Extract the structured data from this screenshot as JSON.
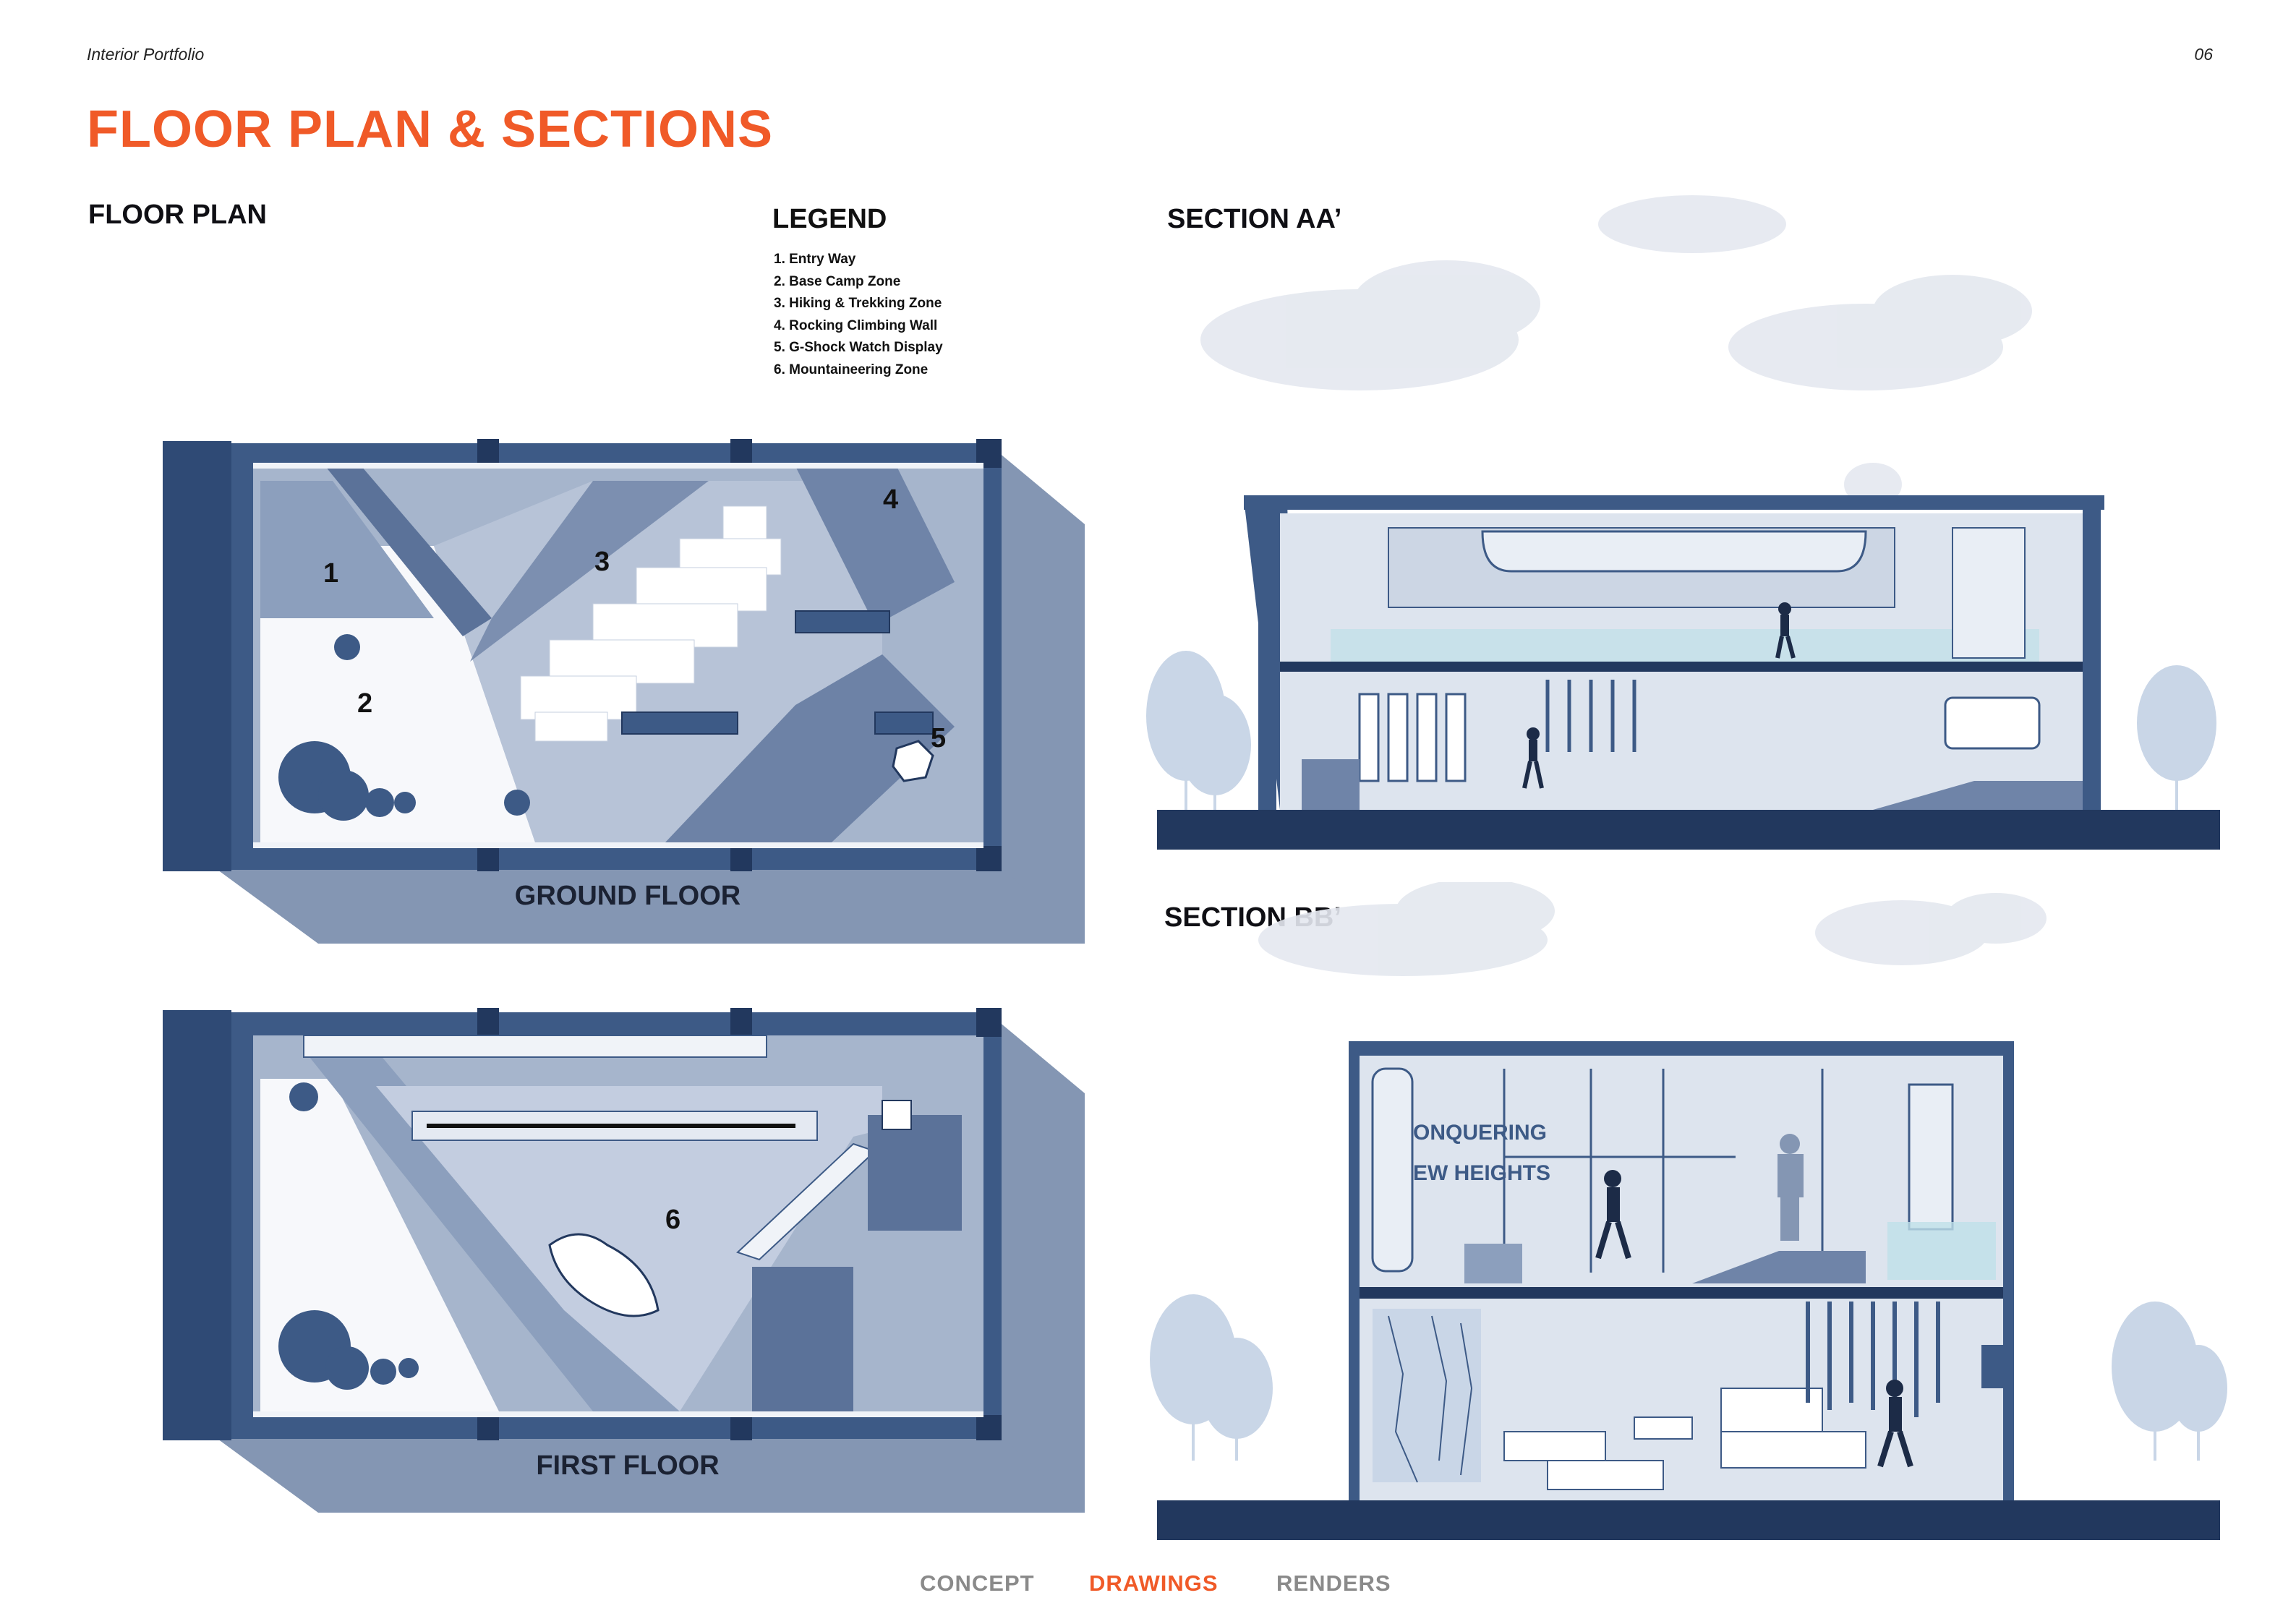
{
  "header": {
    "left": "Interior Portfolio",
    "right": "06"
  },
  "title": "FLOOR PLAN & SECTIONS",
  "floor_plan": {
    "heading": "FLOOR PLAN",
    "ground_label": "GROUND FLOOR",
    "first_label": "FIRST FLOOR",
    "zone_numbers": [
      "1",
      "2",
      "3",
      "4",
      "5",
      "6"
    ]
  },
  "legend": {
    "title": "LEGEND",
    "items": [
      "1. Entry Way",
      "2. Base Camp Zone",
      "3. Hiking & Trekking Zone",
      "4. Rocking Climbing Wall",
      "5. G-Shock Watch Display",
      "6. Mountaineering Zone"
    ]
  },
  "sections": {
    "aa_heading": "SECTION AA’",
    "bb_heading": "SECTION BB’",
    "wall_text_line1": "ONQUERING",
    "wall_text_line2": "EW HEIGHTS"
  },
  "nav": {
    "items": [
      "CONCEPT",
      "DRAWINGS",
      "RENDERS"
    ],
    "active": "DRAWINGS"
  },
  "colors": {
    "accent": "#f05a28",
    "navy": "#3d5a86",
    "dark_navy": "#22385e",
    "nav_gray": "#8a8a8a"
  }
}
